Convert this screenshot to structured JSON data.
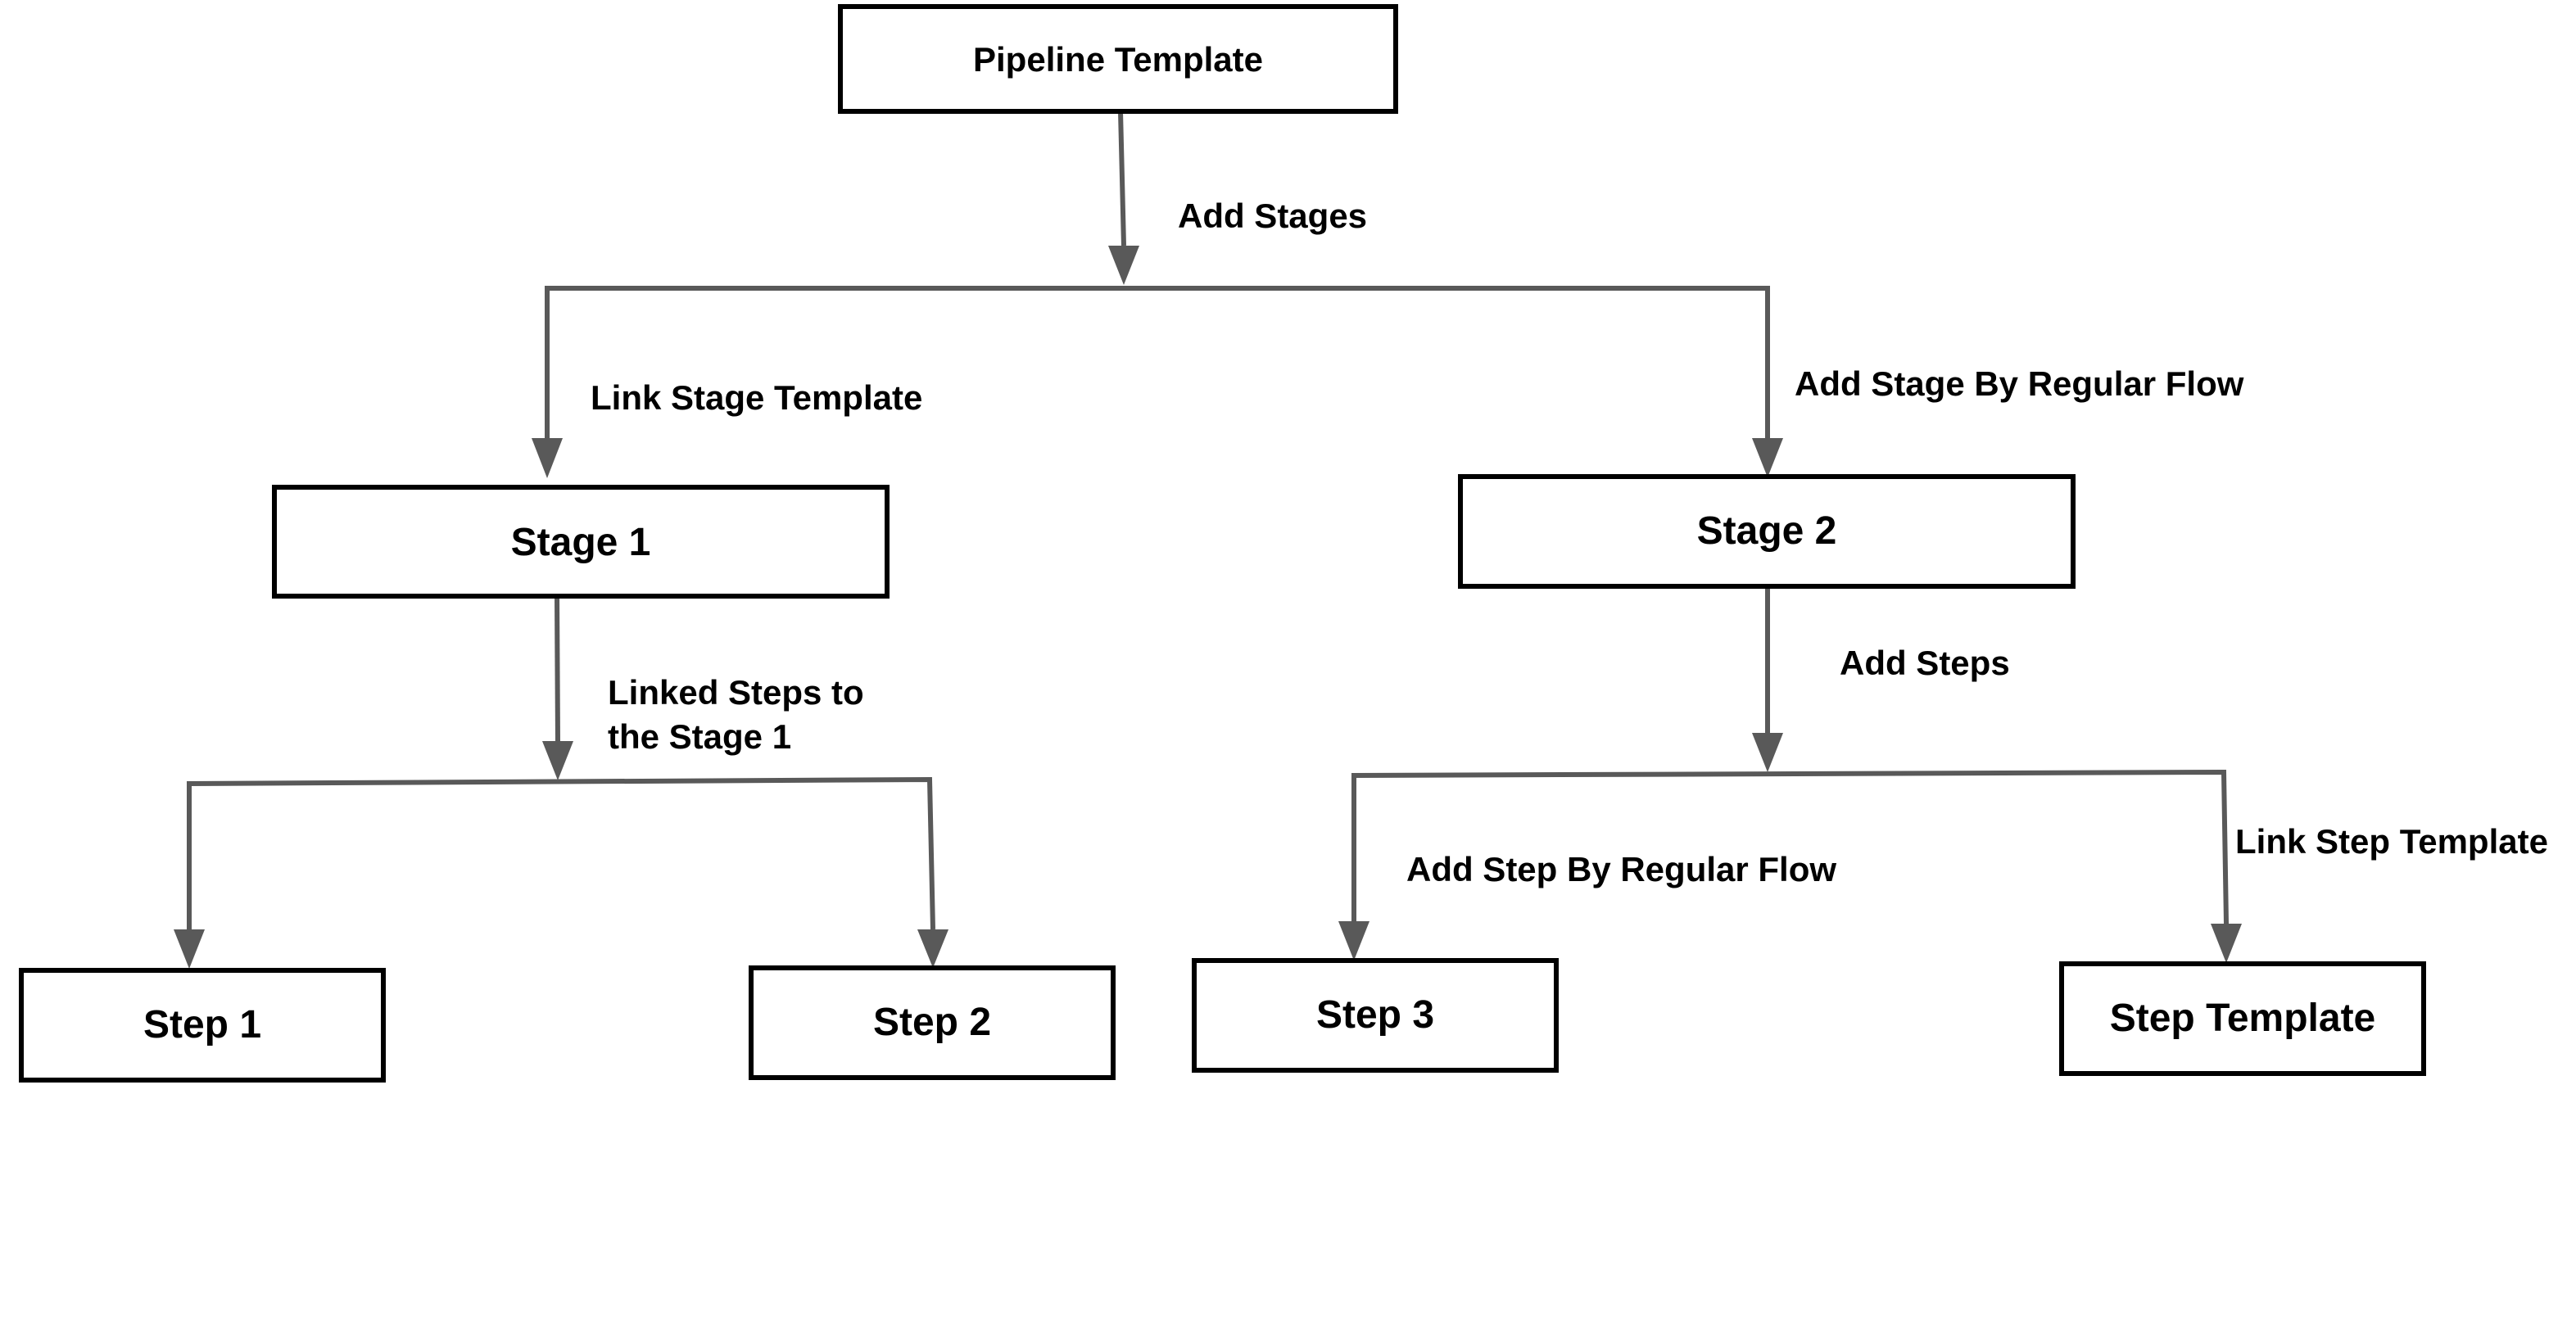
{
  "colors": {
    "node_border": "#000000",
    "node_fill": "#ffffff",
    "connector": "#595959",
    "text": "#000000"
  },
  "nodes": {
    "pipeline_template": "Pipeline Template",
    "stage_1": "Stage 1",
    "stage_2": "Stage 2",
    "step_1": "Step 1",
    "step_2": "Step 2",
    "step_3": "Step 3",
    "step_template": "Step Template"
  },
  "edges": {
    "add_stages": "Add Stages",
    "link_stage_template": "Link Stage Template",
    "add_stage_by_regular_flow": "Add Stage By Regular Flow",
    "linked_steps_line1": "Linked Steps to",
    "linked_steps_line2": "the Stage 1",
    "add_steps": "Add Steps",
    "add_step_by_regular_flow": "Add Step By Regular Flow",
    "link_step_template": "Link Step Template"
  }
}
